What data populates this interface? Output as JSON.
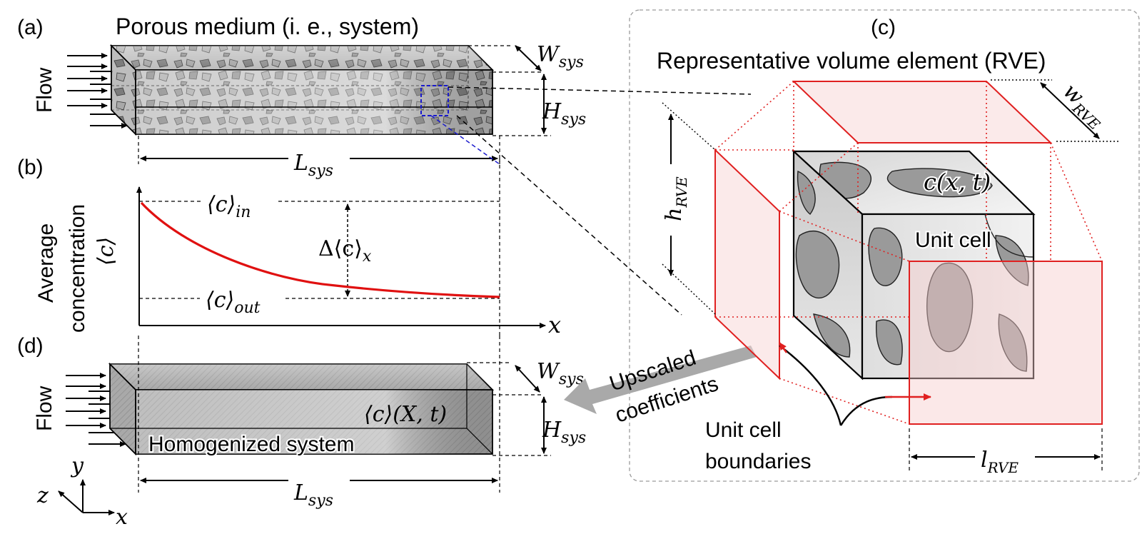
{
  "panel_a": {
    "letter": "(a)",
    "title": "Porous medium (i. e., system)",
    "flow_label": "Flow",
    "width_label": "W",
    "width_sub": "sys",
    "height_label": "H",
    "height_sub": "sys",
    "length_label": "L",
    "length_sub": "sys"
  },
  "panel_b": {
    "letter": "(b)",
    "ylabel_line1": "Average",
    "ylabel_line2": "concentration",
    "ylabel_symbol": "⟨c⟩",
    "c_in_label": "⟨c⟩",
    "c_in_sub": "in",
    "c_out_label": "⟨c⟩",
    "c_out_sub": "out",
    "delta_label": "Δ⟨c⟩",
    "delta_sub": "x",
    "xlabel": "x",
    "curve_color": "#e01010"
  },
  "panel_c": {
    "letter": "(c)",
    "title": "Representative volume element (RVE)",
    "field_label": "c(x, t)",
    "unit_cell_label": "Unit cell",
    "boundaries_line1": "Unit cell",
    "boundaries_line2": "boundaries",
    "w_label": "w",
    "w_sub": "RVE",
    "h_label": "h",
    "h_sub": "RVE",
    "l_label": "l",
    "l_sub": "RVE",
    "boundary_color": "#e02020"
  },
  "panel_d": {
    "letter": "(d)",
    "flow_label": "Flow",
    "field_label": "⟨c⟩(X, t)",
    "system_label": "Homogenized system",
    "width_label": "W",
    "width_sub": "sys",
    "height_label": "H",
    "height_sub": "sys",
    "length_label": "L",
    "length_sub": "sys",
    "axis_y": "y",
    "axis_z": "z",
    "axis_x": "x"
  },
  "upscale": {
    "line1": "Upscaled",
    "line2": "coefficients"
  }
}
